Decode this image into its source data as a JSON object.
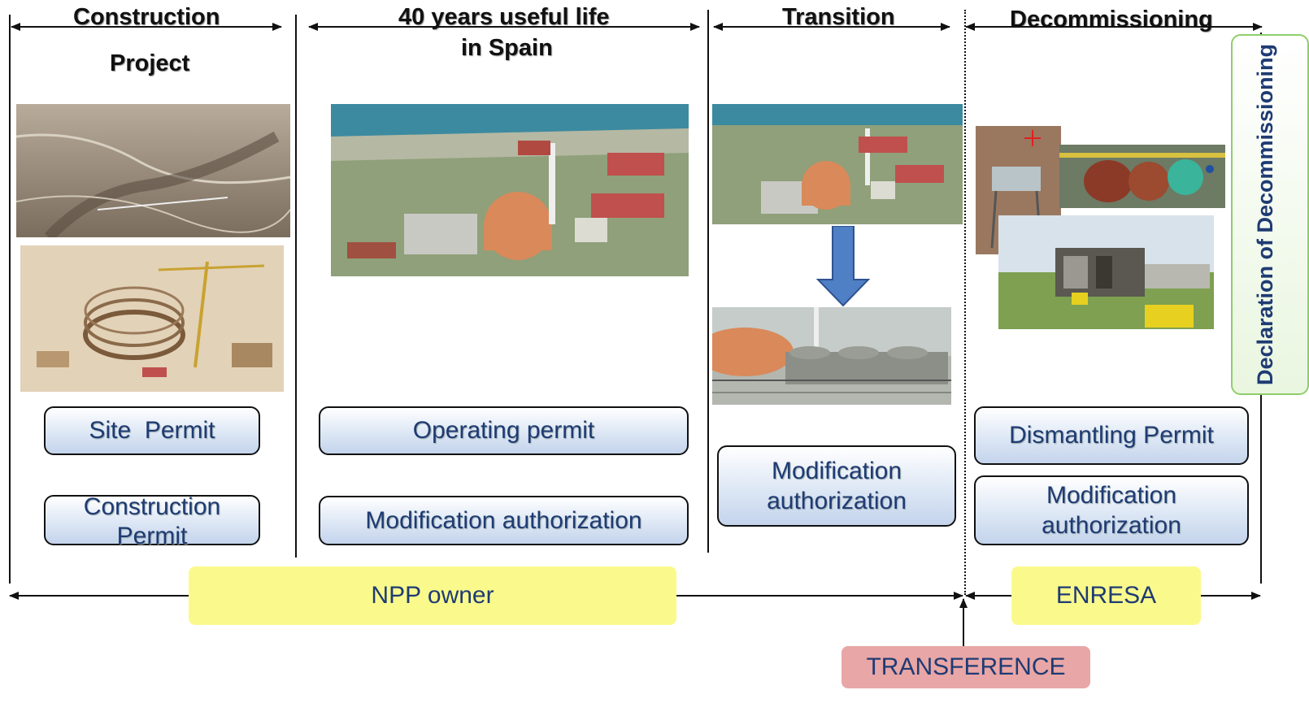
{
  "phases": {
    "construction": "Construction",
    "construction_sub": "Project",
    "useful_life_line1": "40 years useful life",
    "useful_life_line2": "in Spain",
    "transition": "Transition",
    "decommissioning": "Decommissioning"
  },
  "permits": {
    "site": "Site  Permit",
    "construction_line1": "Construction",
    "construction_line2": "Permit",
    "operating": "Operating permit",
    "modification_operation": "Modification authorization",
    "modification_transition_line1": "Modification",
    "modification_transition_line2": "authorization",
    "dismantling": "Dismantling Permit",
    "modification_decom_line1": "Modification",
    "modification_decom_line2": "authorization"
  },
  "owners": {
    "npp_owner": "NPP owner",
    "enresa": "ENRESA",
    "transference": "TRANSFERENCE"
  },
  "declaration": "Declaration of Decommissioning",
  "colors": {
    "owner_box": "#fafa8c",
    "transference_box": "#e8a6a6",
    "declaration_border": "#8fce6a",
    "permit_text": "#1f3b73"
  }
}
